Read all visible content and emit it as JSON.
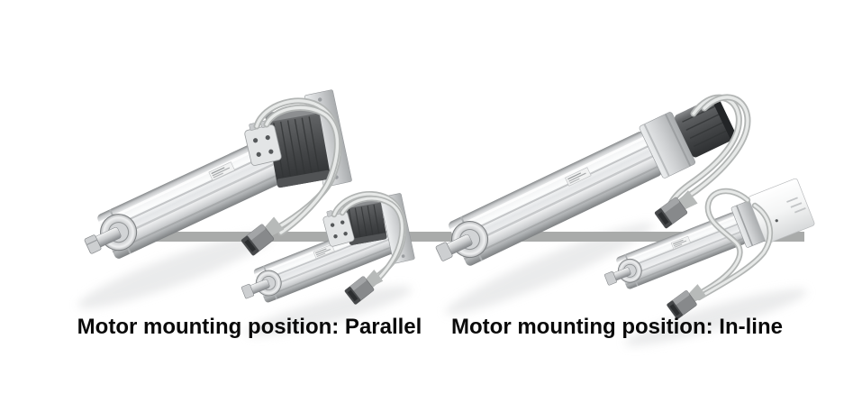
{
  "page": {
    "background": "#ffffff"
  },
  "figure": {
    "divider_color": "#a9abaa",
    "caption_color": "#0a0a0a",
    "groups": [
      {
        "id": "parallel",
        "caption": "Motor mounting position: Parallel",
        "actuators": [
          "large rod-type actuator with parallel motor",
          "compact rod-type actuator with parallel motor"
        ]
      },
      {
        "id": "inline",
        "caption": "Motor mounting position: In-line",
        "actuators": [
          "large rod-type actuator with in-line motor",
          "compact rod-type actuator with in-line motor"
        ]
      }
    ],
    "product_colors": {
      "aluminum_body": "#d9dbdd",
      "motor": "#47494b",
      "cable": "#ced1d0",
      "connector_plug": "#8b8d8f",
      "inline_housing": "#f2f3f3"
    }
  }
}
